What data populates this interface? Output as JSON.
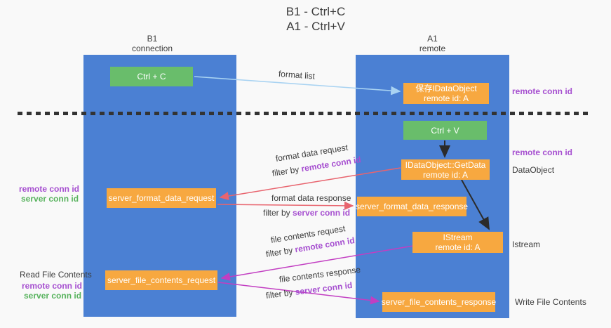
{
  "title": {
    "line1": "B1 - Ctrl+C",
    "line2": "A1 - Ctrl+V"
  },
  "columns": {
    "left": {
      "header_line1": "B1",
      "header_line2": "connection"
    },
    "right": {
      "header_line1": "A1",
      "header_line2": "remote"
    }
  },
  "nodes": {
    "ctrl_c": "Ctrl + C",
    "ctrl_v": "Ctrl + V",
    "save_dataobject": {
      "line1": "保存IDataObject",
      "line2": "remote id: A"
    },
    "getdata": {
      "line1": "IDataObject::GetData",
      "line2": "remote id: A"
    },
    "istream": {
      "line1": "IStream",
      "line2": "remote id: A"
    },
    "fmt_request": "server_format_data_request",
    "fmt_response": "server_format_data_response",
    "file_request": "server_file_contents_request",
    "file_response": "server_file_contents_response"
  },
  "arrow_labels": {
    "format_list": "format list",
    "fmt_req_line1": "format data request",
    "fmt_req_filter_prefix": "filter by ",
    "fmt_req_filter_key": "remote conn id",
    "fmt_resp_line1": "format data response",
    "fmt_resp_filter_prefix": "filter by ",
    "fmt_resp_filter_key": "server conn id",
    "file_req_line1": "file contents request",
    "file_req_filter_prefix": "filter by ",
    "file_req_filter_key": "remote conn id",
    "file_resp_line1": "file contents response",
    "file_resp_filter_prefix": "filter by ",
    "file_resp_filter_key": "server conn id"
  },
  "side_labels": {
    "right_remote_conn_top": "remote conn id",
    "right_remote_conn_mid": "remote conn id",
    "right_dataobject": "DataObject",
    "right_istream": "Istream",
    "right_write_file": "Write File Contents",
    "left_remote_conn_mid": "remote conn id",
    "left_server_conn_mid": "server conn id",
    "left_read_file": "Read File Contents",
    "left_remote_conn_bot": "remote conn id",
    "left_server_conn_bot": "server conn id"
  },
  "colors": {
    "column_blue": "#4b80d3",
    "node_green": "#69bd6b",
    "node_orange": "#f7a840",
    "arrow_lightblue": "#a9d3f2",
    "arrow_red": "#e8646e",
    "arrow_magenta": "#c23ec2",
    "arrow_black": "#2b2b2b",
    "text_purple": "#a64fd0",
    "text_green": "#58b35e",
    "background": "#f9f9f9"
  }
}
